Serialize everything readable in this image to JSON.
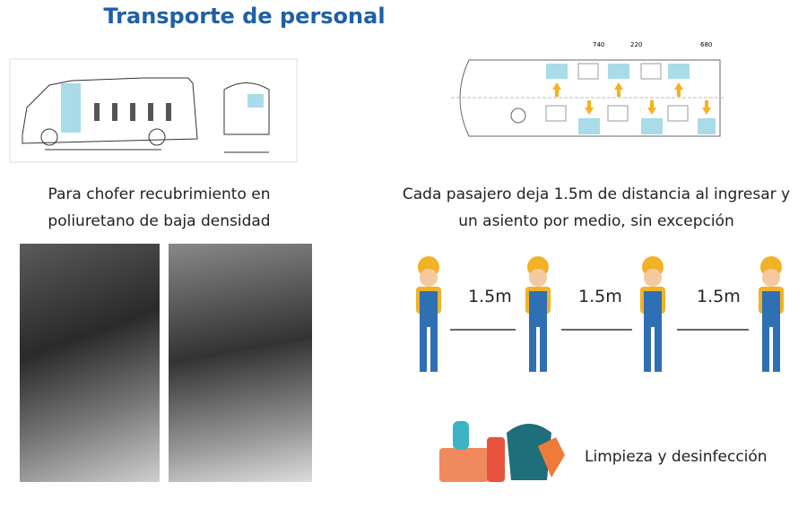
{
  "title": "Transporte de personal",
  "diagram": {
    "dims": [
      "740",
      "220",
      "680"
    ]
  },
  "captions": {
    "driver_line1": "Para  chofer recubrimiento en",
    "driver_line2": "poliuretano de baja densidad",
    "passenger_line1": "Cada pasajero deja 1.5m de distancia al ingresar y",
    "passenger_line2": "un asiento por medio, sin excepción"
  },
  "distances": [
    "1.5m",
    "1.5m",
    "1.5m"
  ],
  "cleaning": "Limpieza y desinfección",
  "colors": {
    "title": "#1f5fa8",
    "seat": "#a9dbe8",
    "arrow": "#f5b21c",
    "worker_blue": "#2f6fb3",
    "worker_yellow": "#f2b227"
  }
}
